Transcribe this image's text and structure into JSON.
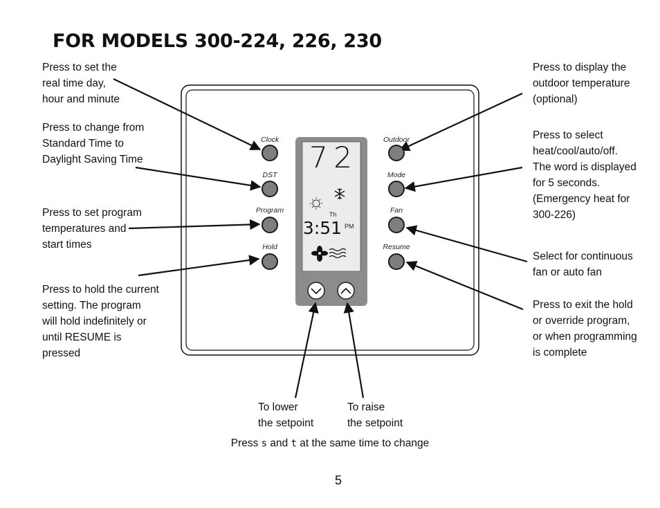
{
  "title": "FOR MODELS 300-224, 226, 230",
  "callouts": {
    "clock": [
      "Press to set the",
      "real time day,",
      "hour and minute"
    ],
    "dst": [
      "Press to change from",
      "Standard Time to",
      "Daylight Saving Time"
    ],
    "program": [
      "Press to set program",
      "temperatures and",
      "start times"
    ],
    "hold": [
      "Press to hold the current",
      "setting. The program",
      "will hold indefinitely or",
      "until RESUME is",
      "pressed"
    ],
    "outdoor": [
      "Press to display the",
      "outdoor temperature",
      "(optional)"
    ],
    "mode": [
      "Press to select",
      "heat/cool/auto/off.",
      "The word is displayed",
      "for 5 seconds.",
      "(Emergency heat for",
      "300-226)"
    ],
    "fan": [
      "Select for continuous",
      "fan or auto fan"
    ],
    "resume": [
      "Press to exit the hold",
      "or override program,",
      "or when programming",
      "is complete"
    ],
    "lower": [
      "To lower",
      "the setpoint"
    ],
    "raise": [
      "To raise",
      "the setpoint"
    ]
  },
  "buttons": {
    "clock": "Clock",
    "dst": "DST",
    "program": "Program",
    "hold": "Hold",
    "outdoor": "Outdoor",
    "mode": "Mode",
    "fan": "Fan",
    "resume": "Resume"
  },
  "display": {
    "temperature": "72",
    "day": "Th",
    "time": "3:51",
    "ampm": "PM"
  },
  "bottom_note": {
    "prefix": "Press ",
    "glyph_a": "s",
    "middle": " and ",
    "glyph_b": "t",
    "suffix": " at the same time to change"
  },
  "page_number": "5",
  "icons": [
    "sun-icon",
    "snowflake-icon",
    "fan-icon",
    "airflow-icon",
    "chevron-down-icon",
    "chevron-up-icon"
  ],
  "colors": {
    "button_gray": "#7e7e7e",
    "panel_gray": "#8c8c8c",
    "lcd": "#ececec"
  }
}
